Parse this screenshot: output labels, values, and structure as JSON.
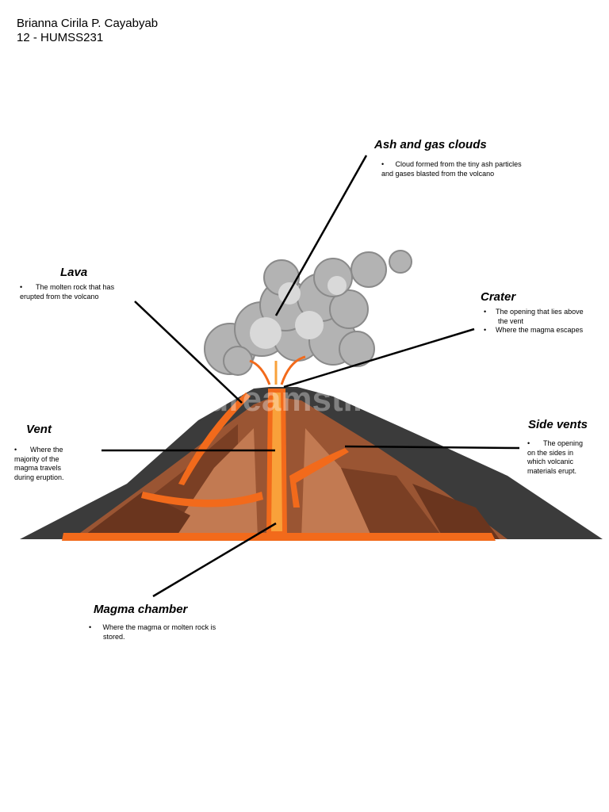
{
  "header": {
    "name": "Brianna Cirila P. Cayabyab",
    "section": "12 - HUMSS231"
  },
  "labels": {
    "ash": {
      "title": "Ash and gas clouds",
      "lines": [
        "Cloud formed from the tiny ash particles",
        "and gases blasted from the volcano"
      ]
    },
    "lava": {
      "title": "Lava",
      "lines": [
        "The molten rock that has",
        "erupted from the volcano"
      ]
    },
    "crater": {
      "title": "Crater",
      "lines": [
        "The opening that lies above",
        "the vent",
        "Where the magma escapes"
      ]
    },
    "vent": {
      "title": "Vent",
      "lines": [
        "Where the",
        "majority of the",
        "magma travels",
        "during eruption."
      ]
    },
    "side_vents": {
      "title": "Side vents",
      "lines": [
        "The opening",
        "on the sides in",
        "which volcanic",
        "materials erupt."
      ]
    },
    "magma": {
      "title": "Magma chamber",
      "lines": [
        "Where the magma or molten rock is",
        "stored."
      ]
    }
  },
  "watermark": "dreamstime",
  "colors": {
    "lava": "#f26a1b",
    "lava_light": "#f9a13a",
    "rock_dark": "#3a3a3a",
    "strata_brown": "#8b4a2b",
    "strata_light": "#c9835a",
    "smoke": "#a9a9a9"
  }
}
